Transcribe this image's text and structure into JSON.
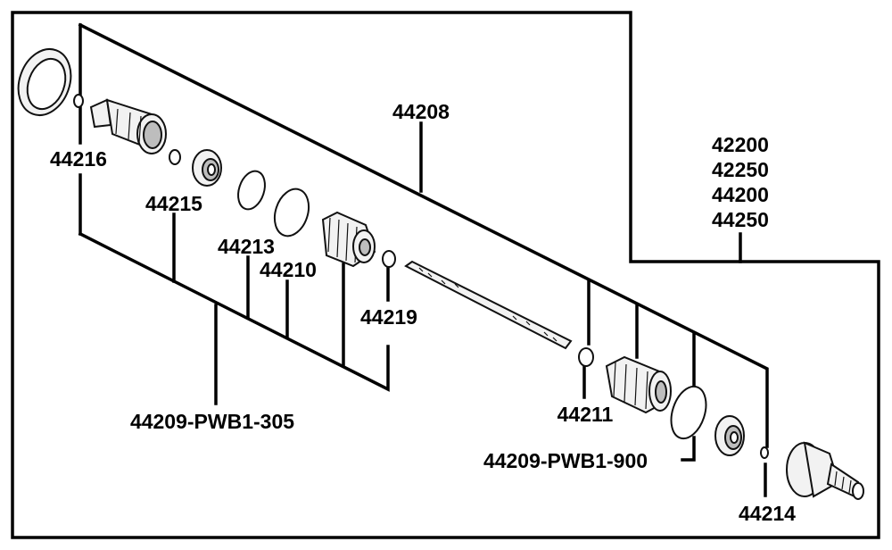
{
  "diagram": {
    "assembly_labels": [
      "42200",
      "42250",
      "44200",
      "44250"
    ],
    "callouts": {
      "shaft_assembly": "44208",
      "inner_cv_joint": "44216",
      "snap_ring_inner": "44215",
      "boot_band_small": "44213",
      "boot_band_large": "44210",
      "clip_inner": "44219",
      "inner_boot_kit": "44209-PWB1-305",
      "clip_outer": "44211",
      "outer_boot_kit": "44209-PWB1-900",
      "outer_cv_joint": "44214"
    }
  }
}
